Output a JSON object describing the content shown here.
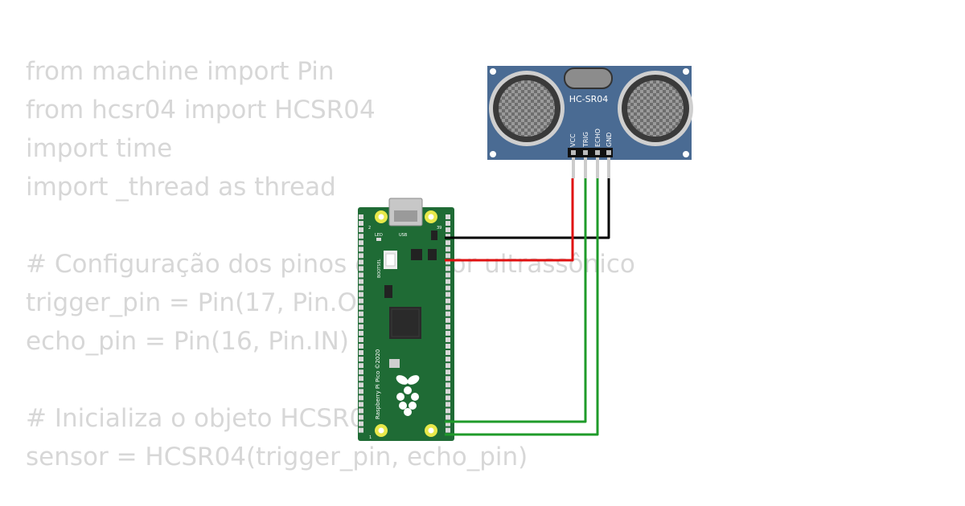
{
  "code_lines": [
    "from machine import Pin",
    "from hcsr04 import HCSR04",
    "import time",
    "import _thread as thread",
    "",
    "# Configuração dos pinos do sensor ultrassônico",
    "trigger_pin = Pin(17, Pin.OUT)",
    "echo_pin = Pin(16, Pin.IN)",
    "",
    "# Inicializa o objeto HCSR04",
    "sensor = HCSR04(trigger_pin, echo_pin)"
  ],
  "sensor": {
    "title": "HC-SR04",
    "pins": [
      "VCC",
      "TRIG",
      "ECHO",
      "GND"
    ]
  },
  "pico": {
    "usb_label": "USB",
    "led_label": "LED",
    "bootsel_label": "BOOTSEL",
    "board_label": "Raspberry Pi Pico ©2020",
    "pin_1": "1",
    "pin_2": "2",
    "pin_39": "39"
  },
  "colors": {
    "board_green": "#1f6b35",
    "sensor_blue": "#4a6b93",
    "wire_red": "#e01010",
    "wire_black": "#000000",
    "wire_green": "#1f9b2a",
    "pad_yellow": "#e8e84a",
    "code_text": "#d7d7d7"
  },
  "icons": [
    "raspberry-logo-icon"
  ]
}
